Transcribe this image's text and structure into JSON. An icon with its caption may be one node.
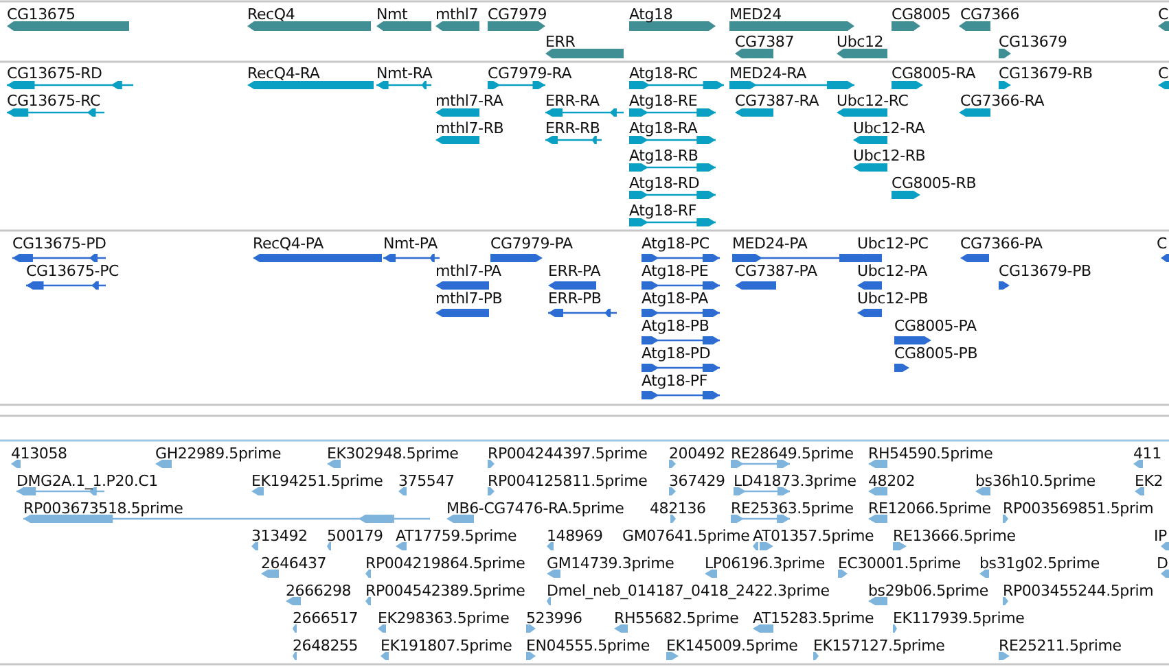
{
  "diagram": {
    "labels": [
      "CG13675",
      "RecQ4",
      "Nmt",
      "mthl7",
      "CG7979",
      "Atg18",
      "MED24",
      "CG8005",
      "CG7366",
      "C",
      "ERR",
      "CG7387",
      "Ubc12",
      "CG13679",
      "CG13675-RD",
      "RecQ4-RA",
      "Nmt-RA",
      "CG7979-RA",
      "Atg18-RC",
      "MED24-RA",
      "CG8005-RA",
      "CG13679-RB",
      "C",
      "CG13675-RC",
      "mthl7-RA",
      "ERR-RA",
      "Atg18-RE",
      "CG7387-RA",
      "Ubc12-RC",
      "CG7366-RA",
      "mthl7-RB",
      "ERR-RB",
      "Atg18-RA",
      "Ubc12-RA",
      "Atg18-RB",
      "Ubc12-RB",
      "Atg18-RD",
      "CG8005-RB",
      "Atg18-RF",
      "CG13675-PD",
      "RecQ4-PA",
      "Nmt-PA",
      "CG7979-PA",
      "Atg18-PC",
      "MED24-PA",
      "Ubc12-PC",
      "CG7366-PA",
      "C",
      "CG13675-PC",
      "mthl7-PA",
      "ERR-PA",
      "Atg18-PE",
      "CG7387-PA",
      "Ubc12-PA",
      "CG13679-PB",
      "mthl7-PB",
      "ERR-PB",
      "Atg18-PA",
      "Ubc12-PB",
      "Atg18-PB",
      "CG8005-PA",
      "Atg18-PD",
      "CG8005-PB",
      "Atg18-PF",
      "413058",
      "GH22989.5prime",
      "EK302948.5prime",
      "RP004244397.5prime",
      "200492",
      "RE28649.5prime",
      "RH54590.5prime",
      "411",
      "DMG2A.1_1.P20.C1",
      "EK194251.5prime",
      "375547",
      "RP004125811.5prime",
      "367429",
      "LD41873.3prime",
      "48202",
      "bs36h10.5prime",
      "EK2",
      "RP003673518.5prime",
      "MB6-CG7476-RA.5prime",
      "482136",
      "RE25363.5prime",
      "RE12066.5prime",
      "RP003569851.5prim",
      "313492",
      "500179",
      "AT17759.5prime",
      "148969",
      "GM07641.5prime",
      "AT01357.5prime",
      "RE13666.5prime",
      "IP",
      "2646437",
      "RP004219864.5prime",
      "GM14739.3prime",
      "LP06196.3prime",
      "EC30001.5prime",
      "bs31g02.5prime",
      "D",
      "2666298",
      "RP004542389.5prime",
      "Dmel_neb_014187_0418_2422.3prime",
      "bs29b06.5prime",
      "RP003455244.5prim",
      "2666517",
      "EK298363.5prime",
      "523996",
      "RH55682.5prime",
      "AT15283.5prime",
      "EK117939.5prime",
      "2648255",
      "EK191807.5prime",
      "EN04555.5prime",
      "EK145009.5prime",
      "EK157127.5prime",
      "RE25211.5prime"
    ]
  }
}
